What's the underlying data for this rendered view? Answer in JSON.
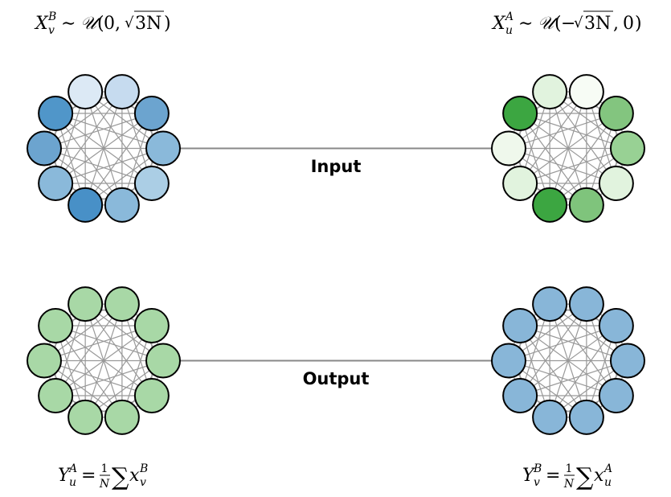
{
  "labels": {
    "input": "Input",
    "output": "Output"
  },
  "formulas": {
    "top_left": {
      "var": "X",
      "sup": "B",
      "sub": "v",
      "rel": "∼",
      "dist": "𝒰",
      "lpar": "(",
      "arg1": "0",
      "comma": ",",
      "sqrt": "√",
      "radicand": "3N",
      "rpar": ")"
    },
    "top_right": {
      "var": "X",
      "sup": "A",
      "sub": "u",
      "rel": "∼",
      "dist": "𝒰",
      "lpar": "(",
      "neg": "−",
      "sqrt": "√",
      "radicand": "3N",
      "comma": ",",
      "arg2": "0",
      "rpar": ")"
    },
    "bottom_left": {
      "var": "Y",
      "sup": "A",
      "sub": "u",
      "eq": "=",
      "frac_num": "1",
      "frac_den": "N",
      "sum": "∑",
      "x": "x",
      "xsup": "B",
      "xsub": "v"
    },
    "bottom_right": {
      "var": "Y",
      "sup": "B",
      "sub": "v",
      "eq": "=",
      "frac_num": "1",
      "frac_den": "N",
      "sum": "∑",
      "x": "x",
      "xsup": "A",
      "xsub": "u"
    }
  },
  "graphs": [
    {
      "id": "top-left-graph",
      "name": "input-graph-b",
      "node_colors": [
        "#c6dbef",
        "#6ca4cf",
        "#8ab9da",
        "#abcee5",
        "#8ab9da",
        "#4890c7",
        "#8ab9da",
        "#6ca4cf",
        "#5096c9",
        "#dce9f5"
      ]
    },
    {
      "id": "top-right-graph",
      "name": "input-graph-a",
      "node_colors": [
        "#f7fcf5",
        "#83c57f",
        "#98d194",
        "#e1f3de",
        "#7fc47c",
        "#3ca641",
        "#e1f3de",
        "#eff8ec",
        "#3ca641",
        "#e1f3de"
      ]
    },
    {
      "id": "bottom-left-graph",
      "name": "output-graph-a",
      "node_colors": [
        "#a8d8a6",
        "#a8d8a6",
        "#a8d8a6",
        "#a8d8a6",
        "#a8d8a6",
        "#a8d8a6",
        "#a8d8a6",
        "#a8d8a6",
        "#a8d8a6",
        "#a8d8a6"
      ]
    },
    {
      "id": "bottom-right-graph",
      "name": "output-graph-b",
      "node_colors": [
        "#88b6d8",
        "#88b6d8",
        "#88b6d8",
        "#88b6d8",
        "#88b6d8",
        "#88b6d8",
        "#88b6d8",
        "#88b6d8",
        "#88b6d8",
        "#88b6d8"
      ]
    }
  ],
  "colors": {
    "edge": "#999999",
    "node_stroke": "#000000",
    "connector": "#888888"
  }
}
